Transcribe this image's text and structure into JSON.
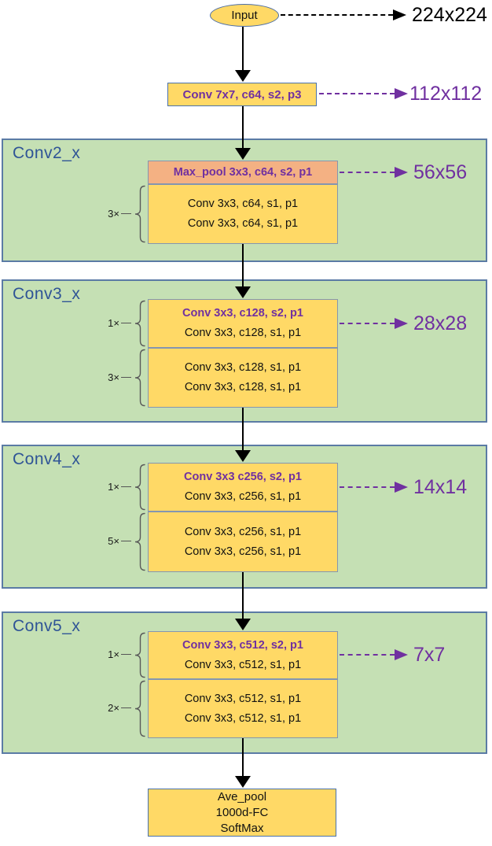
{
  "colors": {
    "box_yellow": "#ffd966",
    "pool_orange": "#f4b183",
    "panel_green": "#c5e0b4",
    "accent_purple": "#7030a0",
    "title_blue": "#2f5496",
    "arrow_black": "#000000"
  },
  "input": {
    "label": "Input",
    "output_size": "224x224"
  },
  "stem": {
    "label": "Conv 7x7, c64, s2, p3",
    "output_size": "112x112"
  },
  "sections": [
    {
      "title": "Conv2_x",
      "output_size": "56x56",
      "pool_label": "Max_pool 3x3, c64, s2, p1",
      "blocks": [
        {
          "repeat": "3×",
          "line1": "Conv 3x3, c64, s1, p1",
          "line2": "Conv 3x3, c64, s1, p1"
        }
      ]
    },
    {
      "title": "Conv3_x",
      "output_size": "28x28",
      "blocks": [
        {
          "repeat": "1×",
          "line1": "Conv 3x3, c128, s2, p1",
          "line2": "Conv 3x3, c128, s1, p1"
        },
        {
          "repeat": "3×",
          "line1": "Conv 3x3, c128, s1, p1",
          "line2": "Conv 3x3, c128, s1, p1"
        }
      ]
    },
    {
      "title": "Conv4_x",
      "output_size": "14x14",
      "blocks": [
        {
          "repeat": "1×",
          "line1": "Conv 3x3 c256, s2, p1",
          "line2": "Conv 3x3, c256, s1, p1"
        },
        {
          "repeat": "5×",
          "line1": "Conv 3x3, c256, s1, p1",
          "line2": "Conv 3x3, c256, s1, p1"
        }
      ]
    },
    {
      "title": "Conv5_x",
      "output_size": "7x7",
      "blocks": [
        {
          "repeat": "1×",
          "line1": "Conv 3x3, c512, s2, p1",
          "line2": "Conv 3x3, c512, s1, p1"
        },
        {
          "repeat": "2×",
          "line1": "Conv 3x3, c512, s1, p1",
          "line2": "Conv 3x3, c512, s1, p1"
        }
      ]
    }
  ],
  "head": {
    "line1": "Ave_pool",
    "line2": "1000d-FC",
    "line3": "SoftMax"
  }
}
